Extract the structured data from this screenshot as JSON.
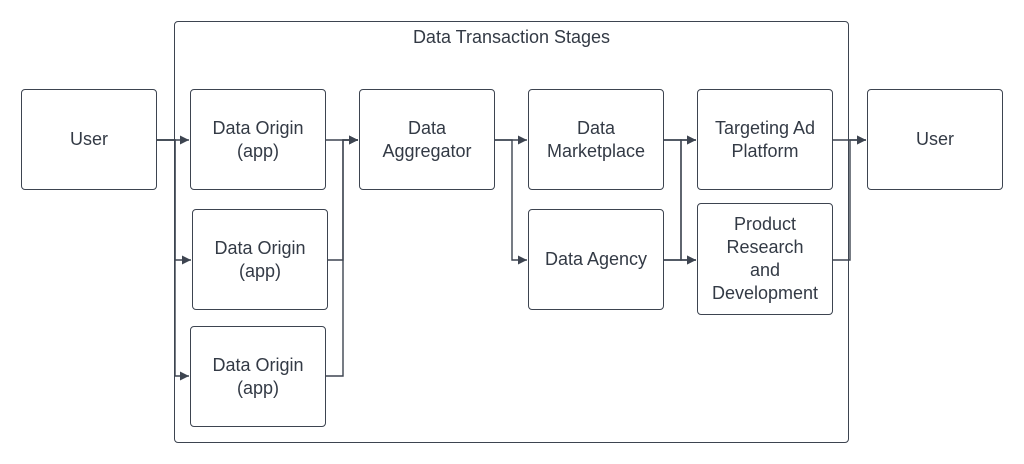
{
  "diagram": {
    "title": "Data Transaction Stages",
    "nodes": {
      "user_left": "User",
      "origin_1": "Data Origin\n(app)",
      "origin_2": "Data Origin\n(app)",
      "origin_3": "Data Origin\n(app)",
      "aggregator": "Data\nAggregator",
      "marketplace": "Data\nMarketplace",
      "agency": "Data Agency",
      "targeting": "Targeting Ad\nPlatform",
      "research": "Product\nResearch\nand\nDevelopment",
      "user_right": "User"
    },
    "edges": [
      {
        "from": "user_left",
        "to": "origin_1"
      },
      {
        "from": "user_left",
        "to": "origin_2"
      },
      {
        "from": "user_left",
        "to": "origin_3"
      },
      {
        "from": "origin_1",
        "to": "aggregator"
      },
      {
        "from": "origin_2",
        "to": "aggregator"
      },
      {
        "from": "origin_3",
        "to": "aggregator"
      },
      {
        "from": "aggregator",
        "to": "marketplace"
      },
      {
        "from": "aggregator",
        "to": "agency"
      },
      {
        "from": "marketplace",
        "to": "targeting"
      },
      {
        "from": "marketplace",
        "to": "research"
      },
      {
        "from": "agency",
        "to": "targeting"
      },
      {
        "from": "agency",
        "to": "research"
      },
      {
        "from": "targeting",
        "to": "user_right"
      },
      {
        "from": "research",
        "to": "user_right"
      }
    ],
    "colors": {
      "stroke": "#3d4450",
      "text": "#333a45"
    }
  }
}
